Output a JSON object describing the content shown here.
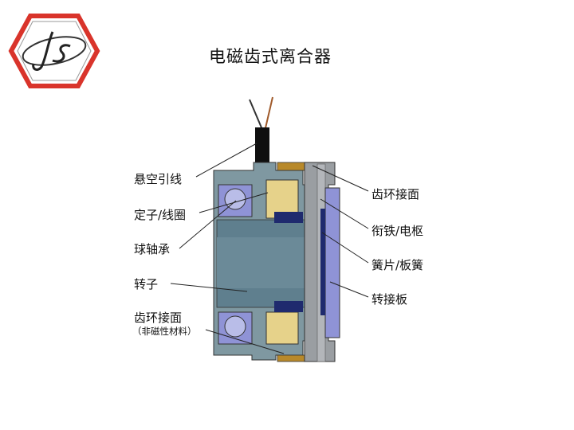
{
  "title": "电磁齿式离合器",
  "logo": {
    "text": "JS",
    "border_color": "#d9342b"
  },
  "labels": {
    "left": [
      {
        "text": "悬空引线"
      },
      {
        "text": "定子/线圈"
      },
      {
        "text": "球轴承"
      },
      {
        "text": "转子"
      },
      {
        "text": "齿环接面"
      },
      {
        "text": "（非磁性材料）"
      }
    ],
    "right": [
      {
        "text": "齿环接面"
      },
      {
        "text": "衔铁/电枢"
      },
      {
        "text": "簧片/板簧"
      },
      {
        "text": "转接板"
      }
    ]
  },
  "colors": {
    "housing": "#7f98a1",
    "rotor": "#5f7f8e",
    "coil": "#e6d28a",
    "bearing": "#8f93d6",
    "brass": "#b8892a",
    "plate": "#9a9ea2",
    "navy": "#1f2a6e"
  }
}
